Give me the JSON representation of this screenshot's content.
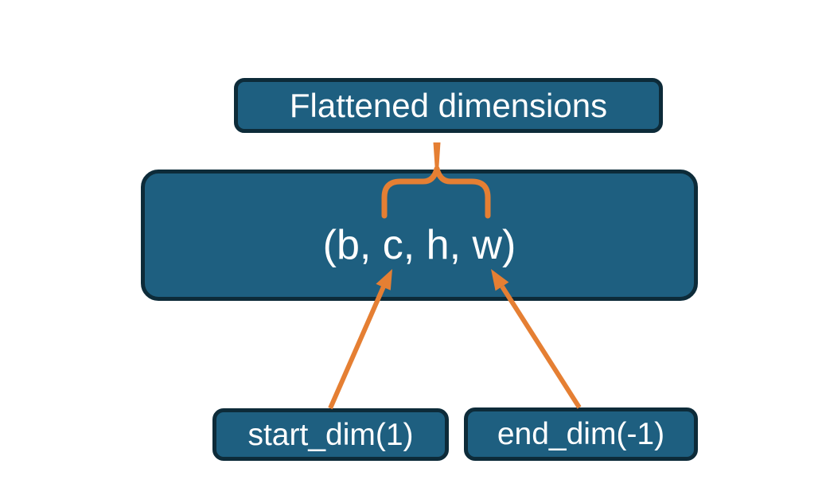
{
  "diagram": {
    "title": "tensor flatten dimensions diagram",
    "nodes": {
      "flattened": {
        "label": "Flattened dimensions"
      },
      "tensor": {
        "label": "(b, c, h, w)"
      },
      "start_dim": {
        "label": "start_dim(1)"
      },
      "end_dim": {
        "label": "end_dim(-1)"
      }
    },
    "connectors": {
      "brace": "curly brace spanning c,h,w pointing up to Flattened dimensions",
      "start_dim_arrow": "arrow from start_dim(1) to dimension c",
      "end_dim_arrow": "arrow from end_dim(-1) to dimension w"
    },
    "colors": {
      "box_fill": "#1e5f80",
      "box_border": "#0d2b39",
      "accent_orange": "#e57f33",
      "text": "#ffffff",
      "background": "#ffffff"
    }
  }
}
